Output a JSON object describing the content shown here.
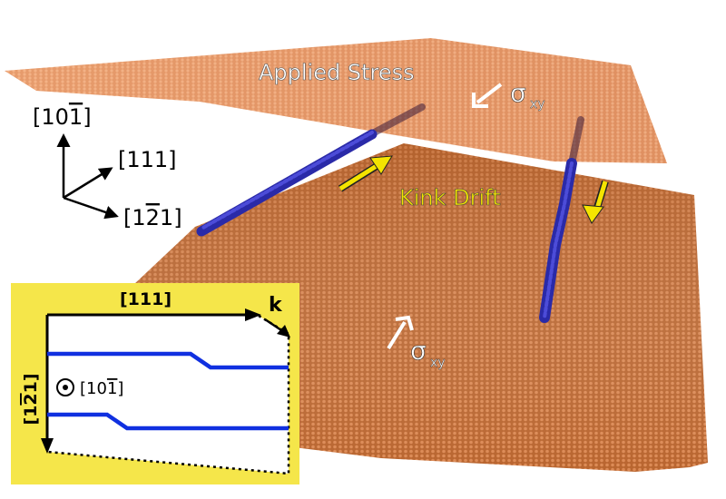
{
  "labels": {
    "applied_stress": "Applied Stress",
    "kink_drift": "Kink Drift",
    "sigma_top": "σ",
    "sigma_top_sub": "xy",
    "sigma_bottom": "σ",
    "sigma_bottom_sub": "xy"
  },
  "axes": {
    "up": "[10",
    "up_bar": "1",
    "up_end": "]",
    "diag": "[111]",
    "right": "[1",
    "right_bar": "2",
    "right_end": "1]"
  },
  "inset": {
    "top_axis": "[111]",
    "k_label": "k",
    "side_axis_pre": "[1",
    "side_axis_bar": "2",
    "side_axis_end": "1]",
    "out_of_plane_pre": "[10",
    "out_of_plane_bar": "1",
    "out_of_plane_end": "]"
  },
  "colors": {
    "atoms_top": "#e8955f",
    "atoms_bottom": "#c8703a",
    "dislocation": "#2a2aa8",
    "arrow_yellow": "#f4e400",
    "inset_bg": "#f5e64a",
    "inset_line": "#1030e0"
  }
}
